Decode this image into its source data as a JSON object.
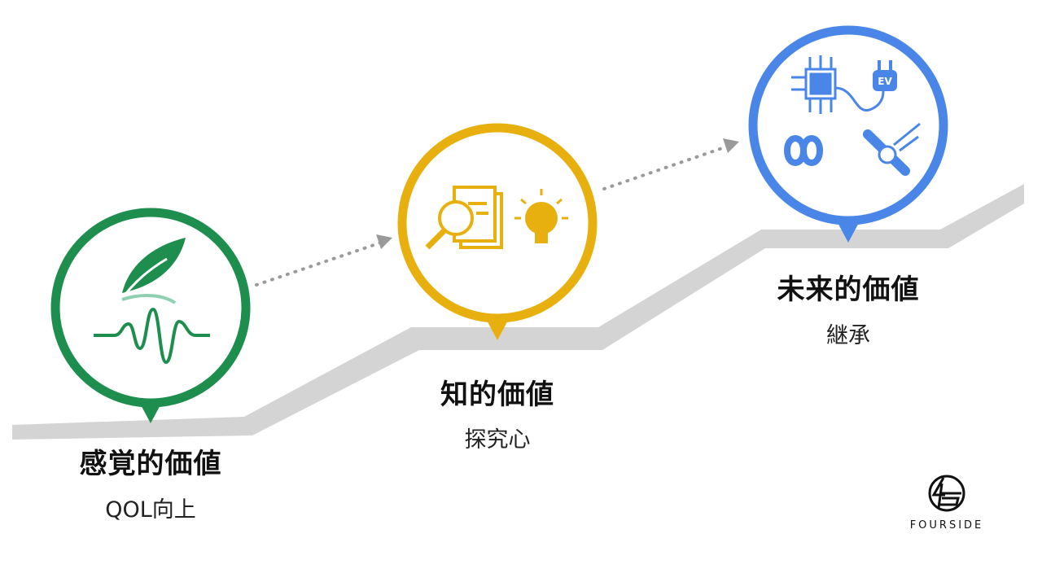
{
  "stages": [
    {
      "title": "感覚的価値",
      "subtitle": "QOL向上",
      "color": "#1e8e4e",
      "icons": [
        "leaf-icon",
        "wave-icon"
      ]
    },
    {
      "title": "知的価値",
      "subtitle": "探究心",
      "color": "#e8b00f",
      "icons": [
        "magnifier-document-icon",
        "lightbulb-icon"
      ]
    },
    {
      "title": "未来的価値",
      "subtitle": "継承",
      "color": "#4a86e8",
      "icons": [
        "chip-icon",
        "ev-plug-icon",
        "infinity-icon",
        "baton-hand-icon"
      ],
      "ev_label": "EV"
    }
  ],
  "logo": {
    "text": "FOURSIDE"
  },
  "colors": {
    "path": "#d4d4d4",
    "arrow": "#9a9a9a"
  }
}
